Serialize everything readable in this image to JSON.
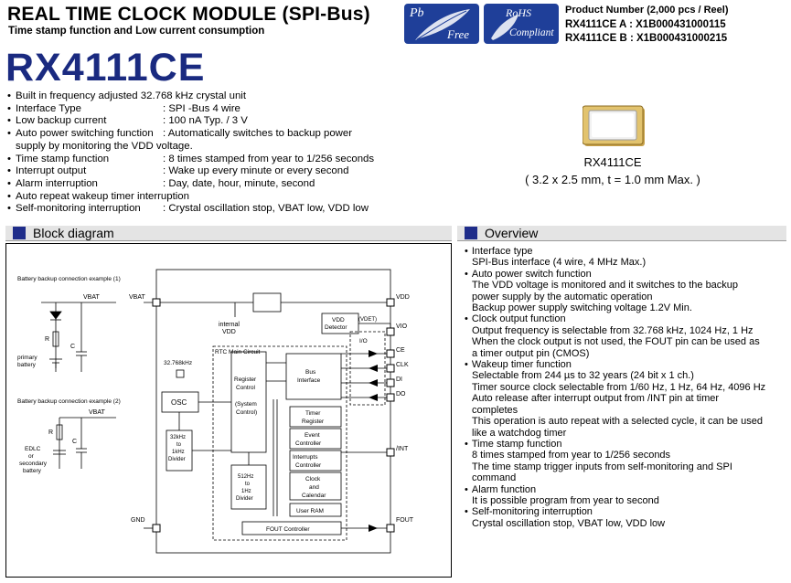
{
  "header": {
    "title": "REAL TIME CLOCK MODULE (SPI-Bus)",
    "subtitle": "Time stamp function and Low current consumption",
    "part_number": "RX4111CE"
  },
  "logos": {
    "pb_free": {
      "line1": "Pb",
      "line2": "Free"
    },
    "rohs": {
      "line1": "RoHS",
      "line2": "Compliant"
    }
  },
  "product_numbers": {
    "heading": "Product Number (2,000 pcs / Reel)",
    "items": [
      "RX4111CE A : X1B000431000115",
      "RX4111CE B : X1B000431000215"
    ]
  },
  "features": [
    {
      "name": "Built in frequency adjusted 32.768 kHz crystal unit",
      "value": ""
    },
    {
      "name": "Interface Type",
      "value": ": SPI -Bus 4 wire"
    },
    {
      "name": "Low backup current",
      "value": ": 100 nA Typ. / 3 V"
    },
    {
      "name": "Auto power switching function",
      "value": ": Automatically switches to backup power"
    },
    {
      "name": "",
      "value": "supply by monitoring the VDD voltage."
    },
    {
      "name": "Time stamp function",
      "value": ": 8 times stamped from year to 1/256 seconds"
    },
    {
      "name": "Interrupt output",
      "value": ": Wake up every minute or every second"
    },
    {
      "name": "Alarm interruption",
      "value": ": Day, date, hour, minute, second"
    },
    {
      "name": "Auto repeat wakeup timer interruption",
      "value": ""
    },
    {
      "name": "Self-monitoring interruption",
      "value": ": Crystal oscillation stop, VBAT low, VDD low"
    }
  ],
  "package": {
    "label": "RX4111CE",
    "dimensions": "( 3.2 x 2.5 mm, t = 1.0 mm Max. )"
  },
  "sections": {
    "block_diagram": "Block diagram",
    "overview": "Overview"
  },
  "diagram": {
    "example1": "Battery backup connection example (1)",
    "example2": "Battery backup connection example (2)",
    "vbat": "VBAT",
    "r": "R",
    "c": "C",
    "primary_battery": [
      "primary",
      "battery"
    ],
    "edlc": [
      "EDLC",
      "or",
      "secondary",
      "battery"
    ],
    "pins": {
      "vbat": "VBAT",
      "vdd": "VDD",
      "vio": "VIO",
      "ce": "CE",
      "clk": "CLK",
      "di": "DI",
      "do": "DO",
      "int": "/INT",
      "gnd": "GND",
      "fout": "FOUT"
    },
    "internal_vdd": [
      "internal",
      "VDD"
    ],
    "vdd_detector": [
      "VDD",
      "Detector"
    ],
    "vdet": "(VDET)",
    "rtc_main": "RTC Main Circuit",
    "xtal": "32.768kHz",
    "osc": "OSC",
    "div1": [
      "32kHz",
      "to",
      "1kHz",
      "Divider"
    ],
    "reg_control": [
      "Register",
      "Control",
      "",
      "(System",
      "Control)"
    ],
    "div2": [
      "512Hz",
      "to",
      "1Hz",
      "Divider"
    ],
    "bus_interface": [
      "Bus",
      "Interface"
    ],
    "timer_register": [
      "Timer",
      "Register"
    ],
    "event_controller": [
      "Event",
      "Controller"
    ],
    "interrupts_controller": [
      "Interrupts",
      "Controller"
    ],
    "clock_calendar": [
      "Clock",
      "and",
      "Calendar"
    ],
    "user_ram": "User RAM",
    "fout_controller": "FOUT Controller",
    "io": "I/O"
  },
  "overview": [
    {
      "heading": "Interface type",
      "lines": [
        "SPI-Bus interface (4 wire, 4 MHz Max.)"
      ]
    },
    {
      "heading": "Auto power switch function",
      "lines": [
        "The VDD voltage is monitored and it switches to the backup",
        "power supply by the automatic operation",
        "Backup power supply switching voltage 1.2V Min."
      ]
    },
    {
      "heading": "Clock output function",
      "lines": [
        "Output frequency is selectable from 32.768 kHz, 1024 Hz, 1 Hz",
        "When the clock output is not used, the FOUT pin can be used as",
        "a timer output pin (CMOS)"
      ]
    },
    {
      "heading": "Wakeup timer function",
      "lines": [
        "Selectable from 244 µs to 32 years (24 bit x 1 ch.)",
        "Timer source clock selectable from 1/60 Hz, 1 Hz, 64 Hz, 4096 Hz",
        "Auto release after interrupt output from /INT pin at timer",
        "completes",
        "This operation is auto repeat with a selected cycle, it can be used",
        "like a watchdog timer"
      ]
    },
    {
      "heading": "Time stamp function",
      "lines": [
        "8 times stamped from year to 1/256 seconds",
        "The time stamp trigger inputs from self-monitoring and SPI",
        "command"
      ]
    },
    {
      "heading": "Alarm function",
      "lines": [
        "It is possible program from year to second"
      ]
    },
    {
      "heading": "Self-monitoring interruption",
      "lines": [
        "Crystal oscillation stop, VBAT low, VDD low"
      ]
    }
  ]
}
